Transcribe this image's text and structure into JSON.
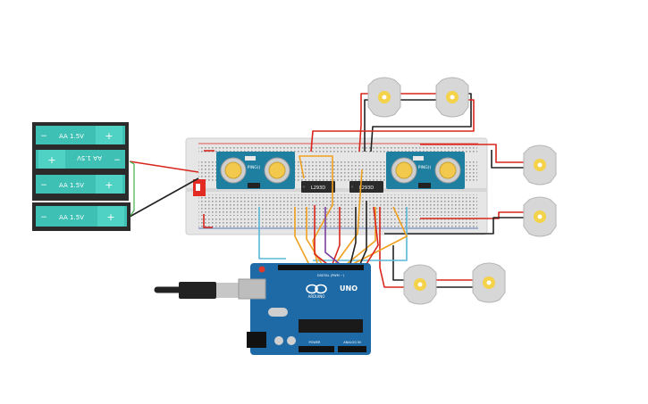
{
  "batteries": [
    {
      "label": "AA 1.5V",
      "minus": "−",
      "plus": "+",
      "flipped": false
    },
    {
      "label": "AA 1.5V",
      "minus": "−",
      "plus": "+",
      "flipped": true
    },
    {
      "label": "AA 1.5V",
      "minus": "−",
      "plus": "+",
      "flipped": false
    },
    {
      "label": "AA 1.5V",
      "minus": "−",
      "plus": "+",
      "flipped": false
    }
  ],
  "sensors": [
    {
      "label": "PING))"
    },
    {
      "label": "PING))"
    }
  ],
  "driver_chips": [
    {
      "label": "L293D"
    },
    {
      "label": "L293D"
    }
  ],
  "arduino": {
    "brand": "ARDUINO",
    "model": "UNO",
    "digital_label": "DIGITAL (PWM ~)",
    "power_label": "POWER",
    "analog_label": "ANALOG IN"
  },
  "motors": [
    {
      "name": "motor-top-left"
    },
    {
      "name": "motor-top-right"
    },
    {
      "name": "motor-right-upper"
    },
    {
      "name": "motor-right-lower"
    },
    {
      "name": "motor-bottom-left"
    },
    {
      "name": "motor-bottom-right"
    }
  ],
  "colors": {
    "battery_body": "#3ec0b4",
    "battery_case": "#2b2b2b",
    "breadboard": "#e6e6e6",
    "sensor_board": "#1f7fa0",
    "arduino_board": "#1d6aa6",
    "motor_body": "#d7d7d7",
    "motor_shaft": "#f4d24a",
    "wire_red": "#d9261c",
    "wire_black": "#222222",
    "wire_orange": "#f0a020",
    "wire_blue": "#58b7d8",
    "wire_green": "#3fb24b"
  }
}
